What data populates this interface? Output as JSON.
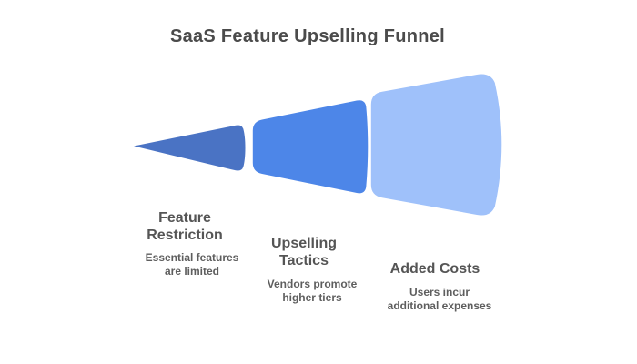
{
  "title": "SaaS Feature Upselling Funnel",
  "funnel": {
    "segments": [
      {
        "name": "Feature Restriction",
        "label": "Feature\nRestriction",
        "sublabel": "Essential features\nare limited",
        "color": "#4A73C4"
      },
      {
        "name": "Upselling Tactics",
        "label": "Upselling\nTactics",
        "sublabel": "Vendors promote\nhigher tiers",
        "color": "#4D86E8"
      },
      {
        "name": "Added Costs",
        "label": "Added Costs",
        "sublabel": "Users incur\nadditional expenses",
        "color": "#9FC1FA"
      }
    ]
  },
  "colors": {
    "background": "#FFFFFF",
    "title_text": "#4B4B4B",
    "label_text": "#555555",
    "sublabel_text": "#5E5E5E"
  },
  "chart_data": {
    "type": "funnel",
    "title": "SaaS Feature Upselling Funnel",
    "orientation": "horizontal, narrow tip at left expanding to the right",
    "stages": [
      {
        "stage": "Feature Restriction",
        "description": "Essential features are limited",
        "relative_size": 1,
        "color": "#4A73C4"
      },
      {
        "stage": "Upselling Tactics",
        "description": "Vendors promote higher tiers",
        "relative_size": 2,
        "color": "#4D86E8"
      },
      {
        "stage": "Added Costs",
        "description": "Users incur additional expenses",
        "relative_size": 3,
        "color": "#9FC1FA"
      }
    ],
    "legend": "none",
    "grid": "off"
  }
}
